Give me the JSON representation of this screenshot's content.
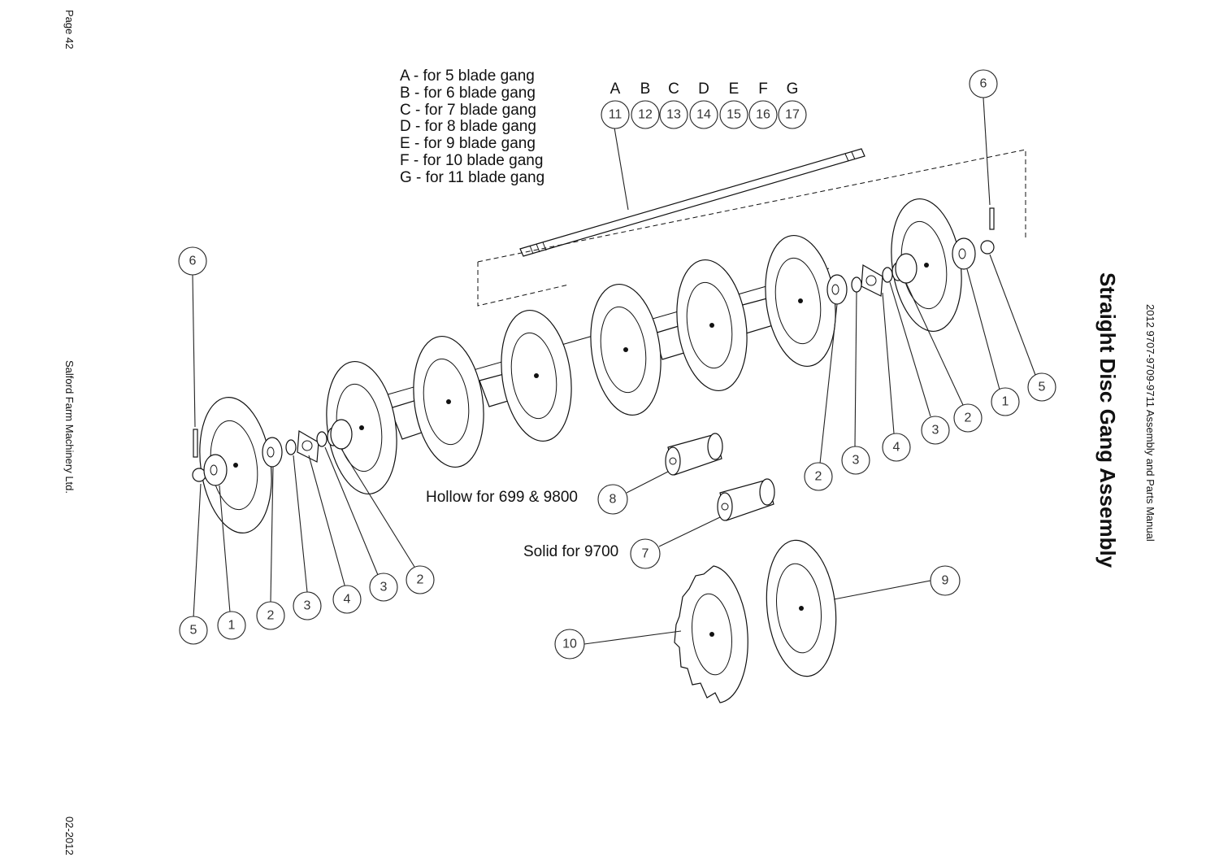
{
  "page": {
    "page_number": "Page 42",
    "company": "Salford Farm Machinery Ltd.",
    "date": "02-2012",
    "manual": "2012 9707-9709-9711 Assembly and Parts Manual",
    "title": "Straight Disc Gang Assembly"
  },
  "legend": [
    "A - for 5 blade gang",
    "B - for 6 blade gang",
    "C - for 7 blade gang",
    "D - for 8 blade gang",
    "E - for 9 blade gang",
    "F - for 10 blade gang",
    "G - for 11 blade gang"
  ],
  "shaft_letters": [
    "A",
    "B",
    "C",
    "D",
    "E",
    "F",
    "G"
  ],
  "shaft_numbers": [
    "11",
    "12",
    "13",
    "14",
    "15",
    "16",
    "17"
  ],
  "labels": {
    "hollow": "Hollow for 699 & 9800",
    "solid": "Solid for 9700"
  },
  "callouts": {
    "left_end": [
      "5",
      "1",
      "2",
      "3",
      "4",
      "3",
      "2"
    ],
    "left_pin": "6",
    "right_end": [
      "2",
      "3",
      "4",
      "3",
      "2",
      "1",
      "5"
    ],
    "right_pin": "6",
    "spool_hollow": "8",
    "spool_solid": "7",
    "blade_plain": "9",
    "blade_notched": "10"
  }
}
